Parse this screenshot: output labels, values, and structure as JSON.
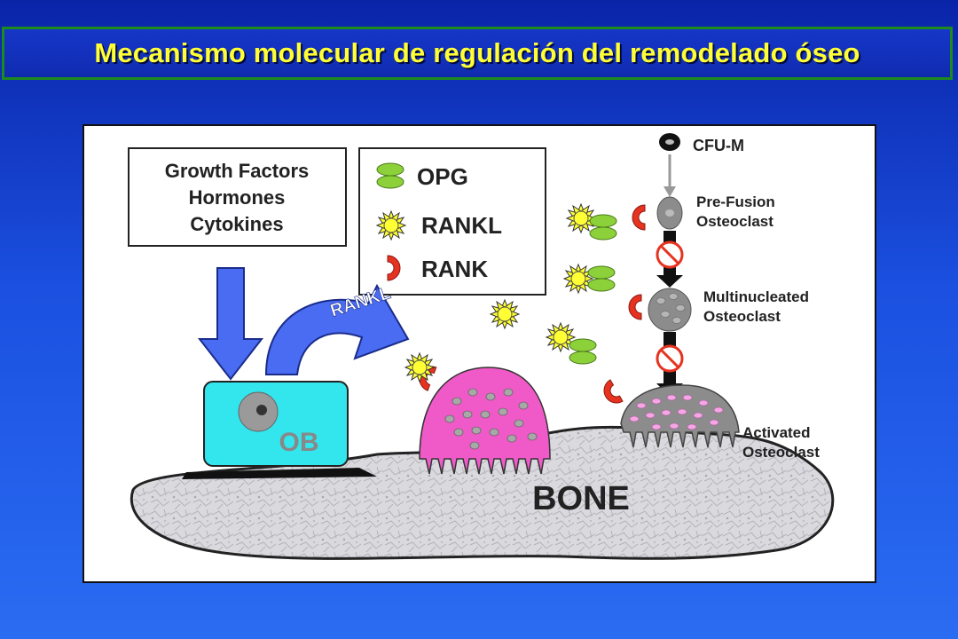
{
  "slide": {
    "title": "Mecanismo molecular de regulación del remodelado óseo"
  },
  "diagram": {
    "factors_box": [
      "Growth Factors",
      "Hormones",
      "Cytokines"
    ],
    "legend": {
      "opg": "OPG",
      "rankl": "RANKL",
      "rank": "RANK"
    },
    "rankl_arrow_label": "RANKL",
    "ob_label": "OB",
    "bone_label": "BONE",
    "stages": {
      "cfu_m": "CFU-M",
      "pre_fusion": [
        "Pre-Fusion",
        "Osteoclast"
      ],
      "multinucleated": [
        "Multinucleated",
        "Osteoclast"
      ],
      "activated": [
        "Activated",
        "Osteoclast"
      ]
    },
    "colors": {
      "ob_cell": "#33e6ee",
      "osteoclast_pink": "#f05ac8",
      "osteoclast_gray": "#8c8c8c",
      "opg": "#8dd13a",
      "rankl": "#ffff33",
      "rank": "#e63320",
      "arrow_blue": "#4a6cf2"
    }
  }
}
